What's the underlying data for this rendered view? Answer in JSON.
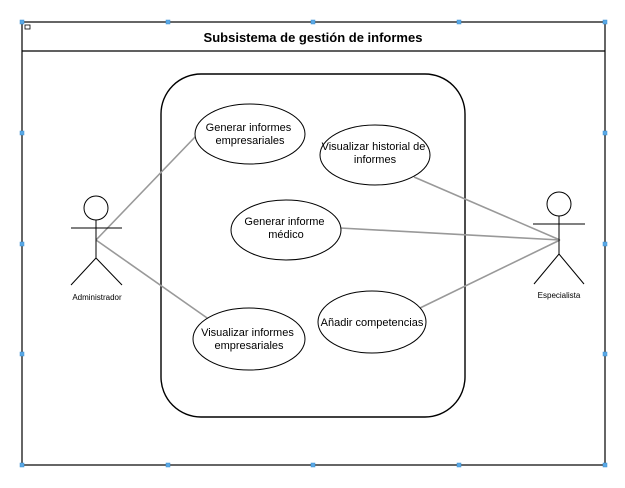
{
  "diagram": {
    "title": "Subsistema de gestión de informes",
    "actors": [
      {
        "id": "admin",
        "label": "Administrador"
      },
      {
        "id": "esp",
        "label": "Especialista"
      }
    ],
    "use_cases": [
      {
        "id": "uc1",
        "lines": [
          "Generar informes",
          "empresariales"
        ]
      },
      {
        "id": "uc2",
        "lines": [
          "Visualizar historial de",
          "informes"
        ]
      },
      {
        "id": "uc3",
        "lines": [
          "Generar informe",
          "médico"
        ]
      },
      {
        "id": "uc4",
        "lines": [
          "Añadir competencias"
        ]
      },
      {
        "id": "uc5",
        "lines": [
          "Visualizar informes",
          "empresariales"
        ]
      }
    ],
    "colors": {
      "border": "#000000",
      "association": "#999999",
      "handle": "#5aa9e6"
    }
  }
}
